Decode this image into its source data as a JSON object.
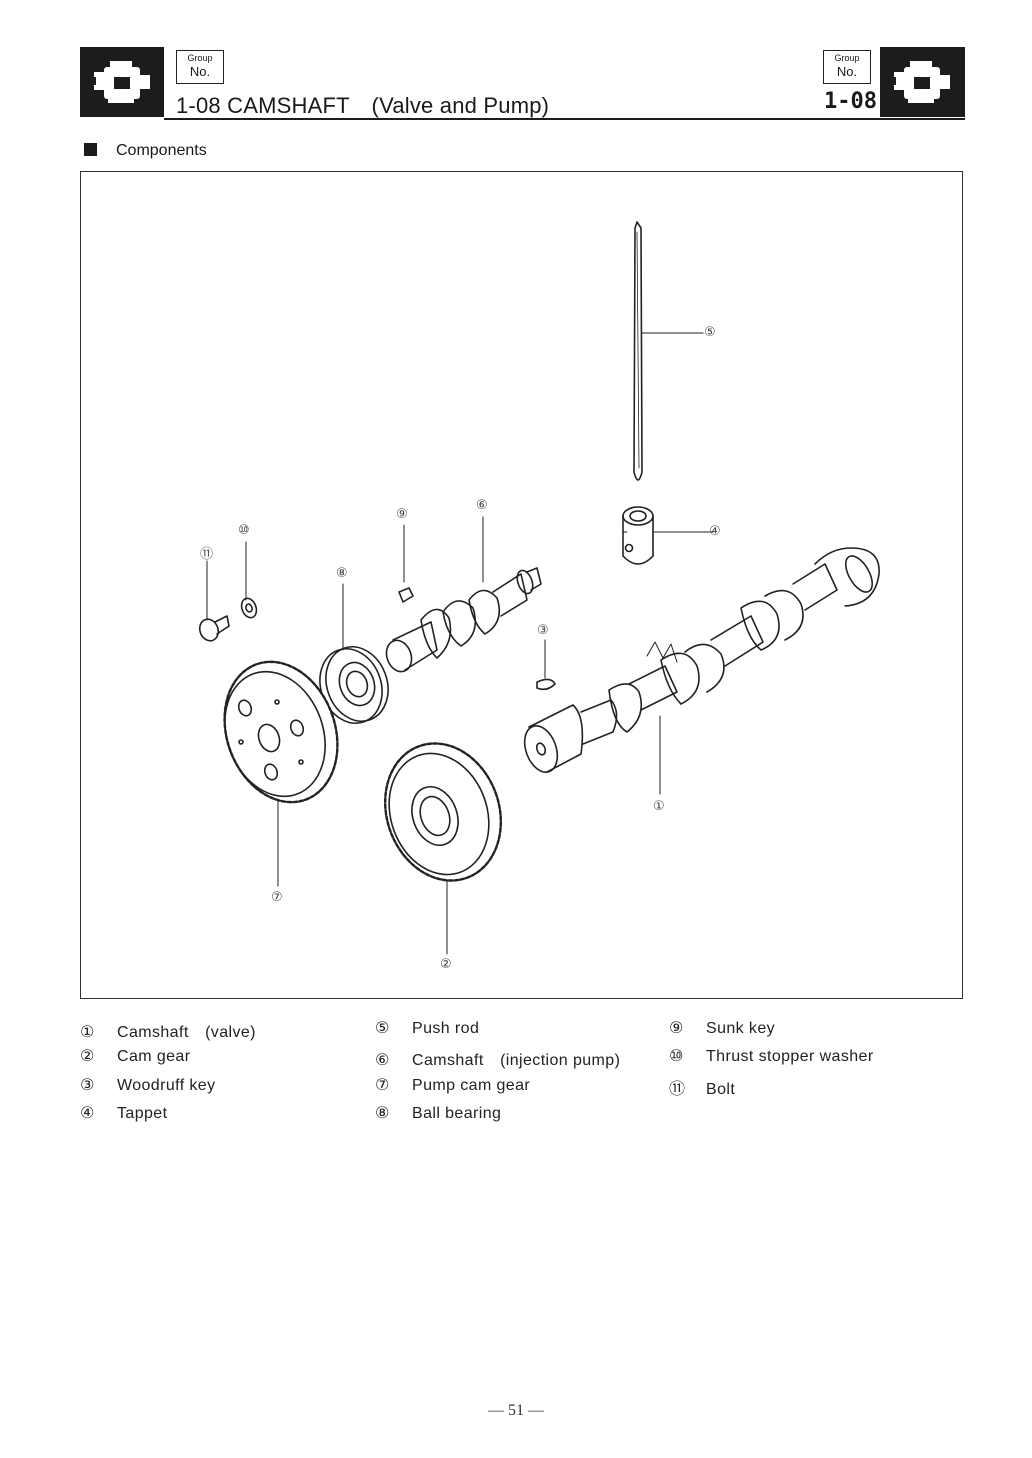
{
  "header": {
    "group_label": "Group",
    "no_label": "No.",
    "title": "1-08 CAMSHAFT　(Valve and Pump)",
    "group_number": "1-08",
    "engine_icon": "engine-icon"
  },
  "section": {
    "title": "Components"
  },
  "diagram": {
    "callouts": [
      "①",
      "②",
      "③",
      "④",
      "⑤",
      "⑥",
      "⑦",
      "⑧",
      "⑨",
      "⑩",
      "⑪"
    ]
  },
  "legend": {
    "col1": [
      {
        "num": "①",
        "label": "Camshaft　(valve)"
      },
      {
        "num": "②",
        "label": "Cam gear"
      },
      {
        "num": "③",
        "label": "Woodruff key"
      },
      {
        "num": "④",
        "label": "Tappet"
      }
    ],
    "col2": [
      {
        "num": "⑤",
        "label": "Push rod"
      },
      {
        "num": "⑥",
        "label": "Camshaft　(injection pump)"
      },
      {
        "num": "⑦",
        "label": "Pump cam gear"
      },
      {
        "num": "⑧",
        "label": "Ball bearing"
      }
    ],
    "col3": [
      {
        "num": "⑨",
        "label": "Sunk key"
      },
      {
        "num": "⑩",
        "label": "Thrust stopper washer"
      },
      {
        "num": "⑪",
        "label": "Bolt"
      }
    ]
  },
  "footer": {
    "page_number": "— 51 —"
  }
}
